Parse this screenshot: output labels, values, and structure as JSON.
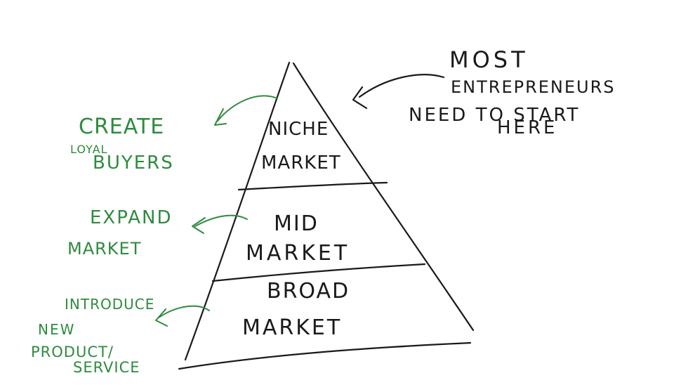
{
  "pyramid": {
    "tiers": [
      {
        "lines": [
          "NICHE",
          "MARKET"
        ]
      },
      {
        "lines": [
          "MID",
          "MARKET"
        ]
      },
      {
        "lines": [
          "BROAD",
          "MARKET"
        ]
      }
    ]
  },
  "left_notes": [
    {
      "lines": [
        "CREATE",
        "LOYAL",
        "BUYERS"
      ]
    },
    {
      "lines": [
        "EXPAND",
        "MARKET"
      ]
    },
    {
      "lines": [
        "INTRODUCE",
        "NEW",
        "PRODUCT/",
        "SERVICE"
      ]
    }
  ],
  "right_note": {
    "lines": [
      "MOST",
      "ENTREPRENEURS",
      "NEED TO START",
      "HERE"
    ]
  },
  "colors": {
    "ink": "#1a1a1a",
    "green": "#2e8b3e",
    "background": "#ffffff"
  }
}
